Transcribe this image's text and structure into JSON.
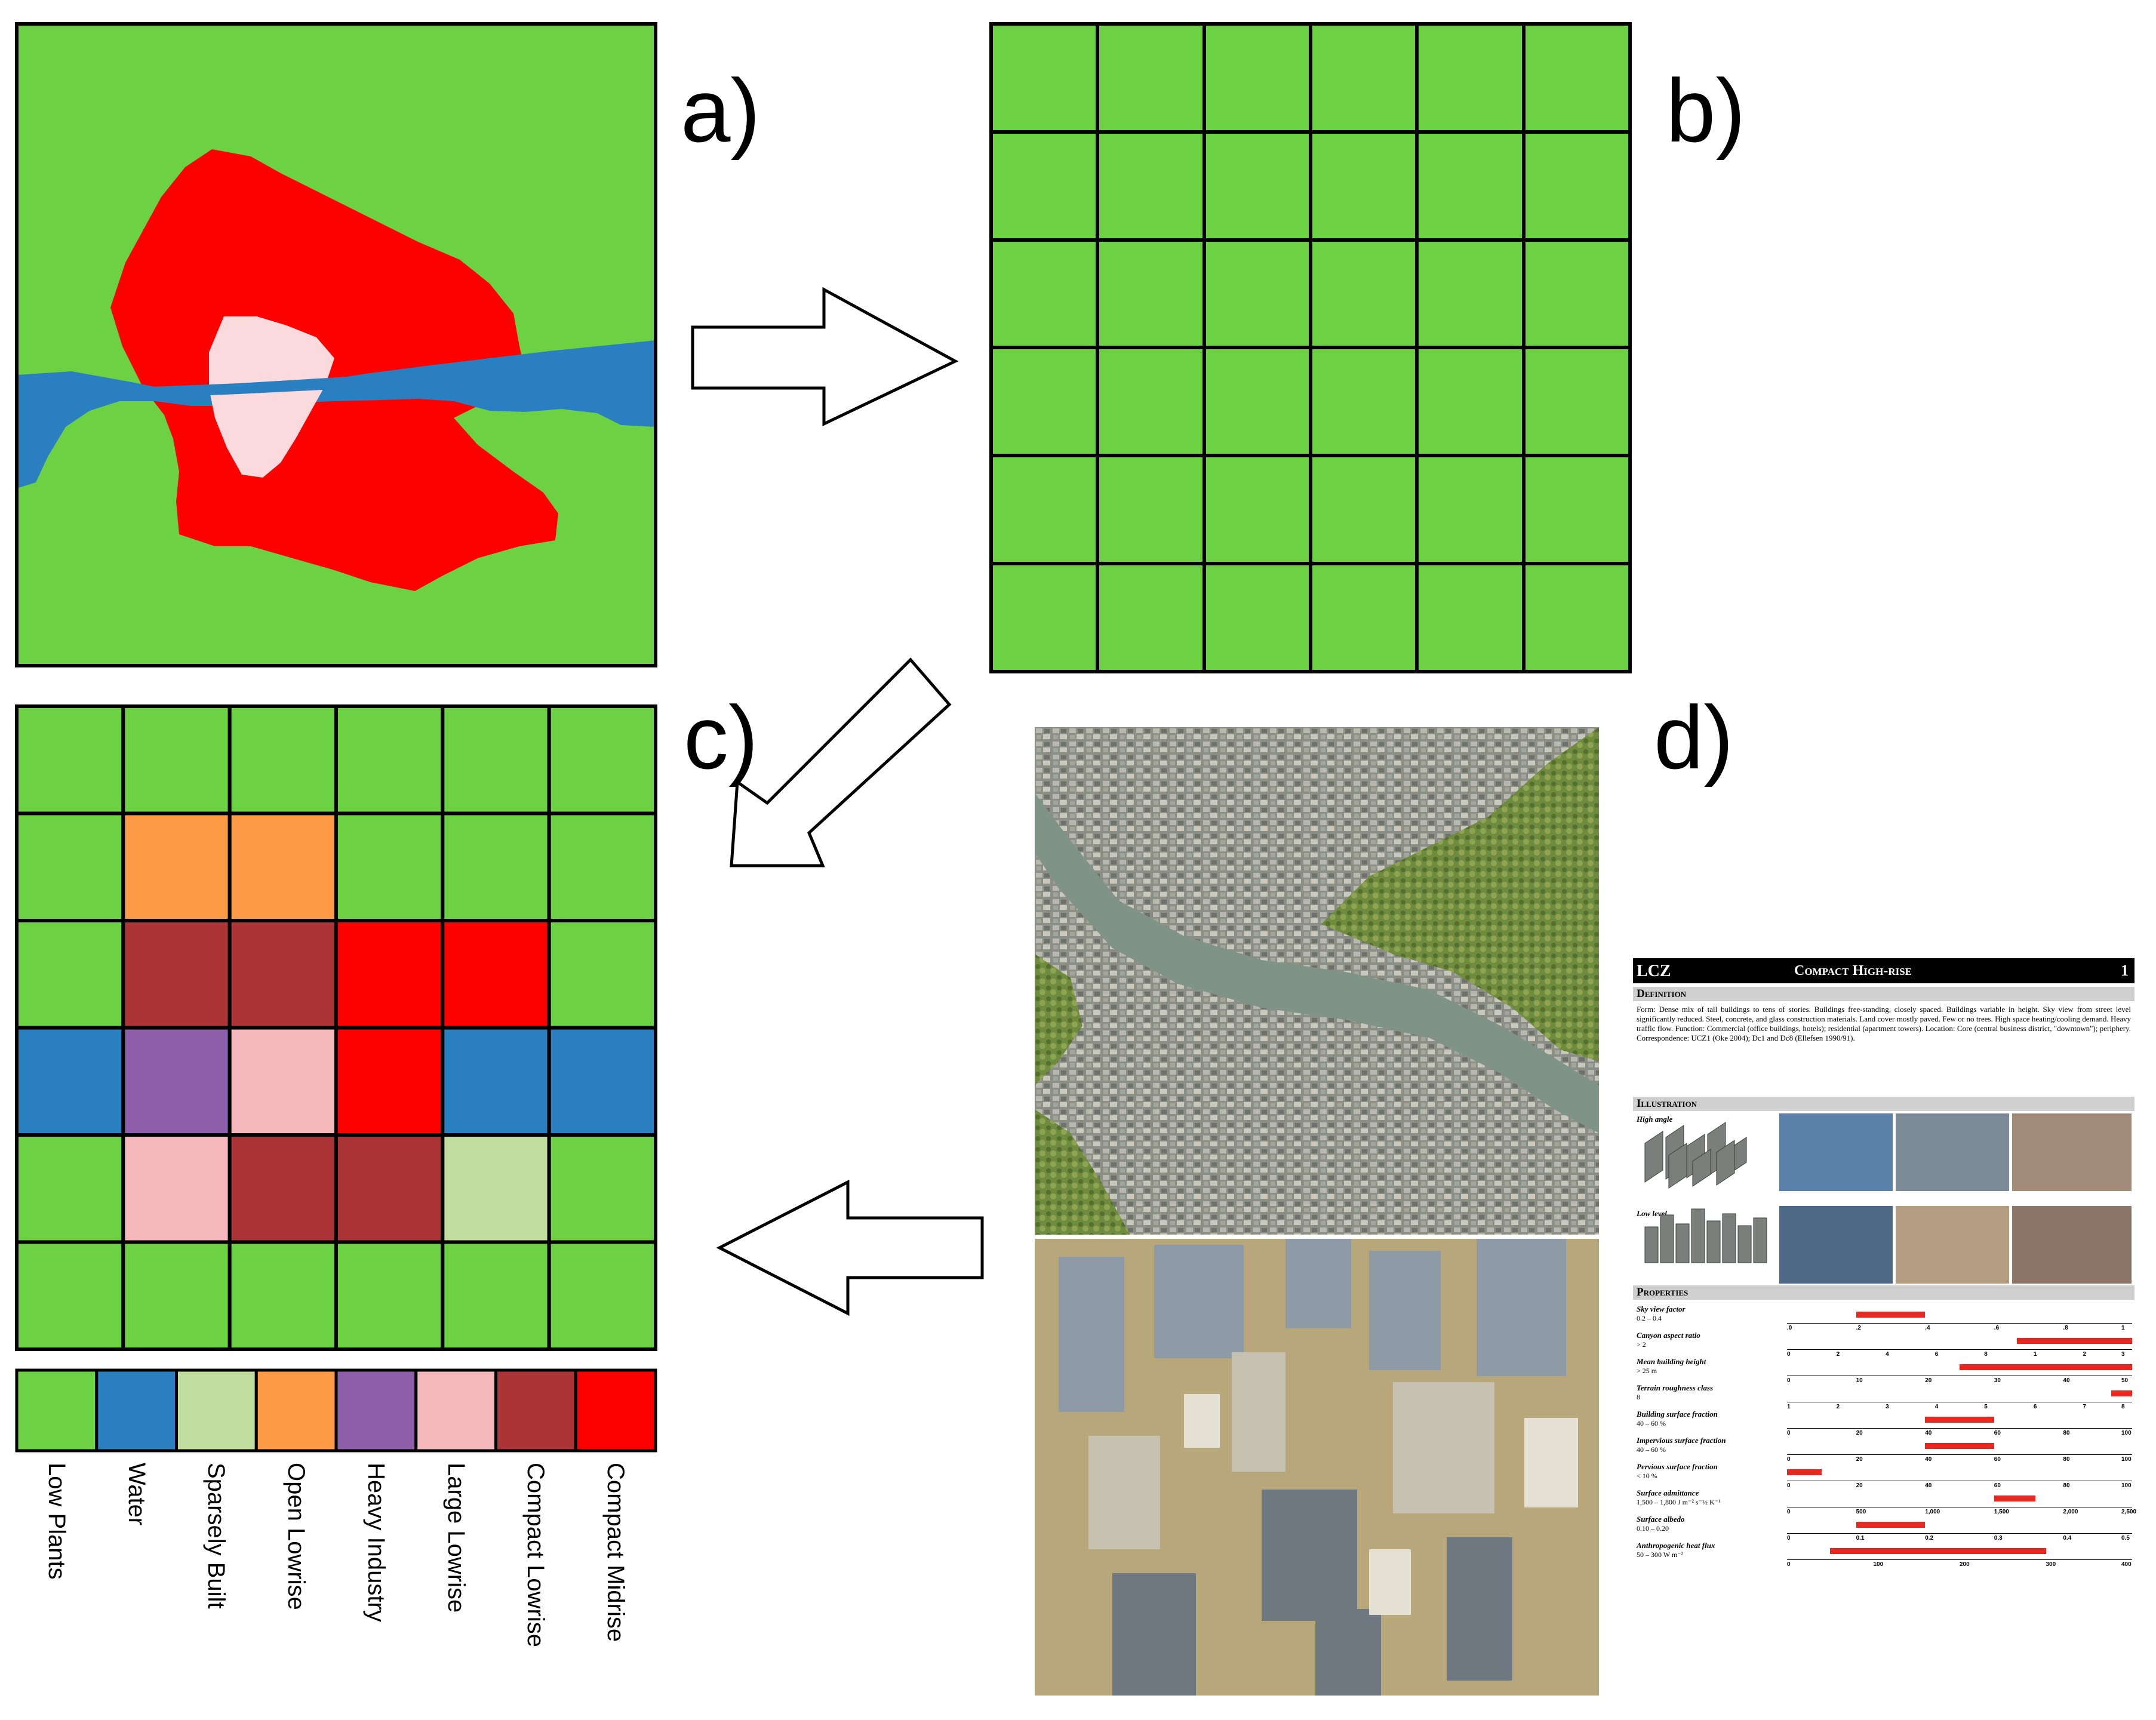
{
  "panel_labels": {
    "a": "a)",
    "b": "b)",
    "c": "c)",
    "d": "d)"
  },
  "colors": {
    "low_plants": "#6dd144",
    "water": "#2a7fc0",
    "sparsely_built": "#c1de9e",
    "open_lowrise": "#fd9a45",
    "heavy_industry": "#8c5fa8",
    "large_lowrise": "#f4b7bc",
    "compact_lowrise": "#aa3436",
    "compact_midrise": "#fd0000",
    "urban_red": "#fd0000",
    "urban_core": "#fbdadd"
  },
  "grid_c": [
    [
      "low_plants",
      "low_plants",
      "low_plants",
      "low_plants",
      "low_plants",
      "low_plants"
    ],
    [
      "low_plants",
      "open_lowrise",
      "open_lowrise",
      "low_plants",
      "low_plants",
      "low_plants"
    ],
    [
      "low_plants",
      "compact_lowrise",
      "compact_lowrise",
      "compact_midrise",
      "compact_midrise",
      "low_plants"
    ],
    [
      "water",
      "heavy_industry",
      "large_lowrise",
      "compact_midrise",
      "water",
      "water"
    ],
    [
      "low_plants",
      "large_lowrise",
      "compact_lowrise",
      "compact_lowrise",
      "sparsely_built",
      "low_plants"
    ],
    [
      "low_plants",
      "low_plants",
      "low_plants",
      "low_plants",
      "low_plants",
      "low_plants"
    ]
  ],
  "legend": [
    {
      "key": "low_plants",
      "label": "Low Plants"
    },
    {
      "key": "water",
      "label": "Water"
    },
    {
      "key": "sparsely_built",
      "label": "Sparsely Built"
    },
    {
      "key": "open_lowrise",
      "label": "Open Lowrise"
    },
    {
      "key": "heavy_industry",
      "label": "Heavy Industry"
    },
    {
      "key": "large_lowrise",
      "label": "Large Lowrise"
    },
    {
      "key": "compact_lowrise",
      "label": "Compact Lowrise"
    },
    {
      "key": "compact_midrise",
      "label": "Compact Midrise"
    }
  ],
  "lcz_sheet": {
    "badge": "LCZ",
    "title": "Compact High-rise",
    "number": "1",
    "definition_heading": "Definition",
    "definition_text": "Form: Dense mix of tall buildings to tens of stories. Buildings free-standing, closely spaced. Buildings variable in height. Sky view from street level significantly reduced. Steel, concrete, and glass construction materials. Land cover mostly paved. Few or no trees. High space heating/cooling demand. Heavy traffic flow. Function: Commercial (office buildings, hotels); residential (apartment towers). Location: Core (central business district, \"downtown\"); periphery. Correspondence: UCZ1 (Oke 2004); Dc1 and Dc8 (Ellefsen 1990/91).",
    "illustration_heading": "Illustration",
    "high_angle": "High angle",
    "low_level": "Low level",
    "properties_heading": "Properties",
    "properties": [
      {
        "name": "Sky view factor",
        "range": "0.2 – 0.4",
        "lo": 0.2,
        "hi": 0.4,
        "ticks": [
          ".0",
          ".2",
          ".4",
          ".6",
          ".8",
          "1"
        ]
      },
      {
        "name": "Canyon aspect ratio",
        "range": "> 2",
        "lo": 2,
        "hi": 3,
        "ticks": [
          "0",
          "2",
          "4",
          "6",
          "8",
          "1",
          "2",
          "3"
        ]
      },
      {
        "name": "Mean building height",
        "range": "> 25 m",
        "lo": 25,
        "hi": 50,
        "ticks": [
          "0",
          "10",
          "20",
          "30",
          "40",
          "50"
        ]
      },
      {
        "name": "Terrain roughness class",
        "range": "8",
        "lo": 8,
        "hi": 8,
        "ticks": [
          "1",
          "2",
          "3",
          "4",
          "5",
          "6",
          "7",
          "8"
        ]
      },
      {
        "name": "Building surface fraction",
        "range": "40 – 60 %",
        "lo": 40,
        "hi": 60,
        "ticks": [
          "0",
          "20",
          "40",
          "60",
          "80",
          "100"
        ]
      },
      {
        "name": "Impervious surface fraction",
        "range": "40 – 60 %",
        "lo": 40,
        "hi": 60,
        "ticks": [
          "0",
          "20",
          "40",
          "60",
          "80",
          "100"
        ]
      },
      {
        "name": "Pervious surface fraction",
        "range": "< 10 %",
        "lo": 0,
        "hi": 10,
        "ticks": [
          "0",
          "20",
          "40",
          "60",
          "80",
          "100"
        ]
      },
      {
        "name": "Surface admittance",
        "range": "1,500 – 1,800 J m⁻² s⁻½ K⁻¹",
        "lo": 1500,
        "hi": 1800,
        "ticks": [
          "0",
          "500",
          "1,000",
          "1,500",
          "2,000",
          "2,500"
        ]
      },
      {
        "name": "Surface albedo",
        "range": "0.10 – 0.20",
        "lo": 0.1,
        "hi": 0.2,
        "ticks": [
          "0",
          "0.1",
          "0.2",
          "0.3",
          "0.4",
          "0.5"
        ]
      },
      {
        "name": "Anthropogenic heat flux",
        "range": "50 – 300 W m⁻²",
        "lo": 50,
        "hi": 300,
        "ticks": [
          "0",
          "100",
          "200",
          "300",
          "400"
        ]
      }
    ]
  }
}
